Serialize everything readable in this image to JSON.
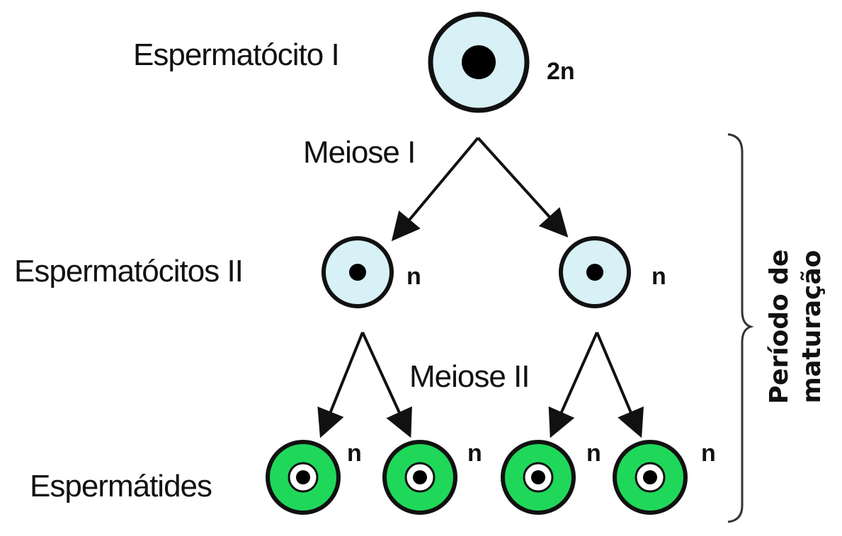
{
  "stages": {
    "primary": {
      "label": "Espermatócito I",
      "ploidy": "2n"
    },
    "secondary": {
      "label": "Espermatócitos II",
      "ploidy": "n"
    },
    "spermatids": {
      "label": "Espermátides",
      "ploidy": "n"
    }
  },
  "divisions": {
    "first": "Meiose I",
    "second": "Meiose II"
  },
  "brace_label": {
    "line1": "Período de",
    "line2": "maturação"
  },
  "colors": {
    "primary_cell": "#d7f1f6",
    "secondary_cell": "#d7f1f6",
    "spermatid_cell": "#1fd85a",
    "outline": "#111111",
    "nucleus": "#000000"
  }
}
